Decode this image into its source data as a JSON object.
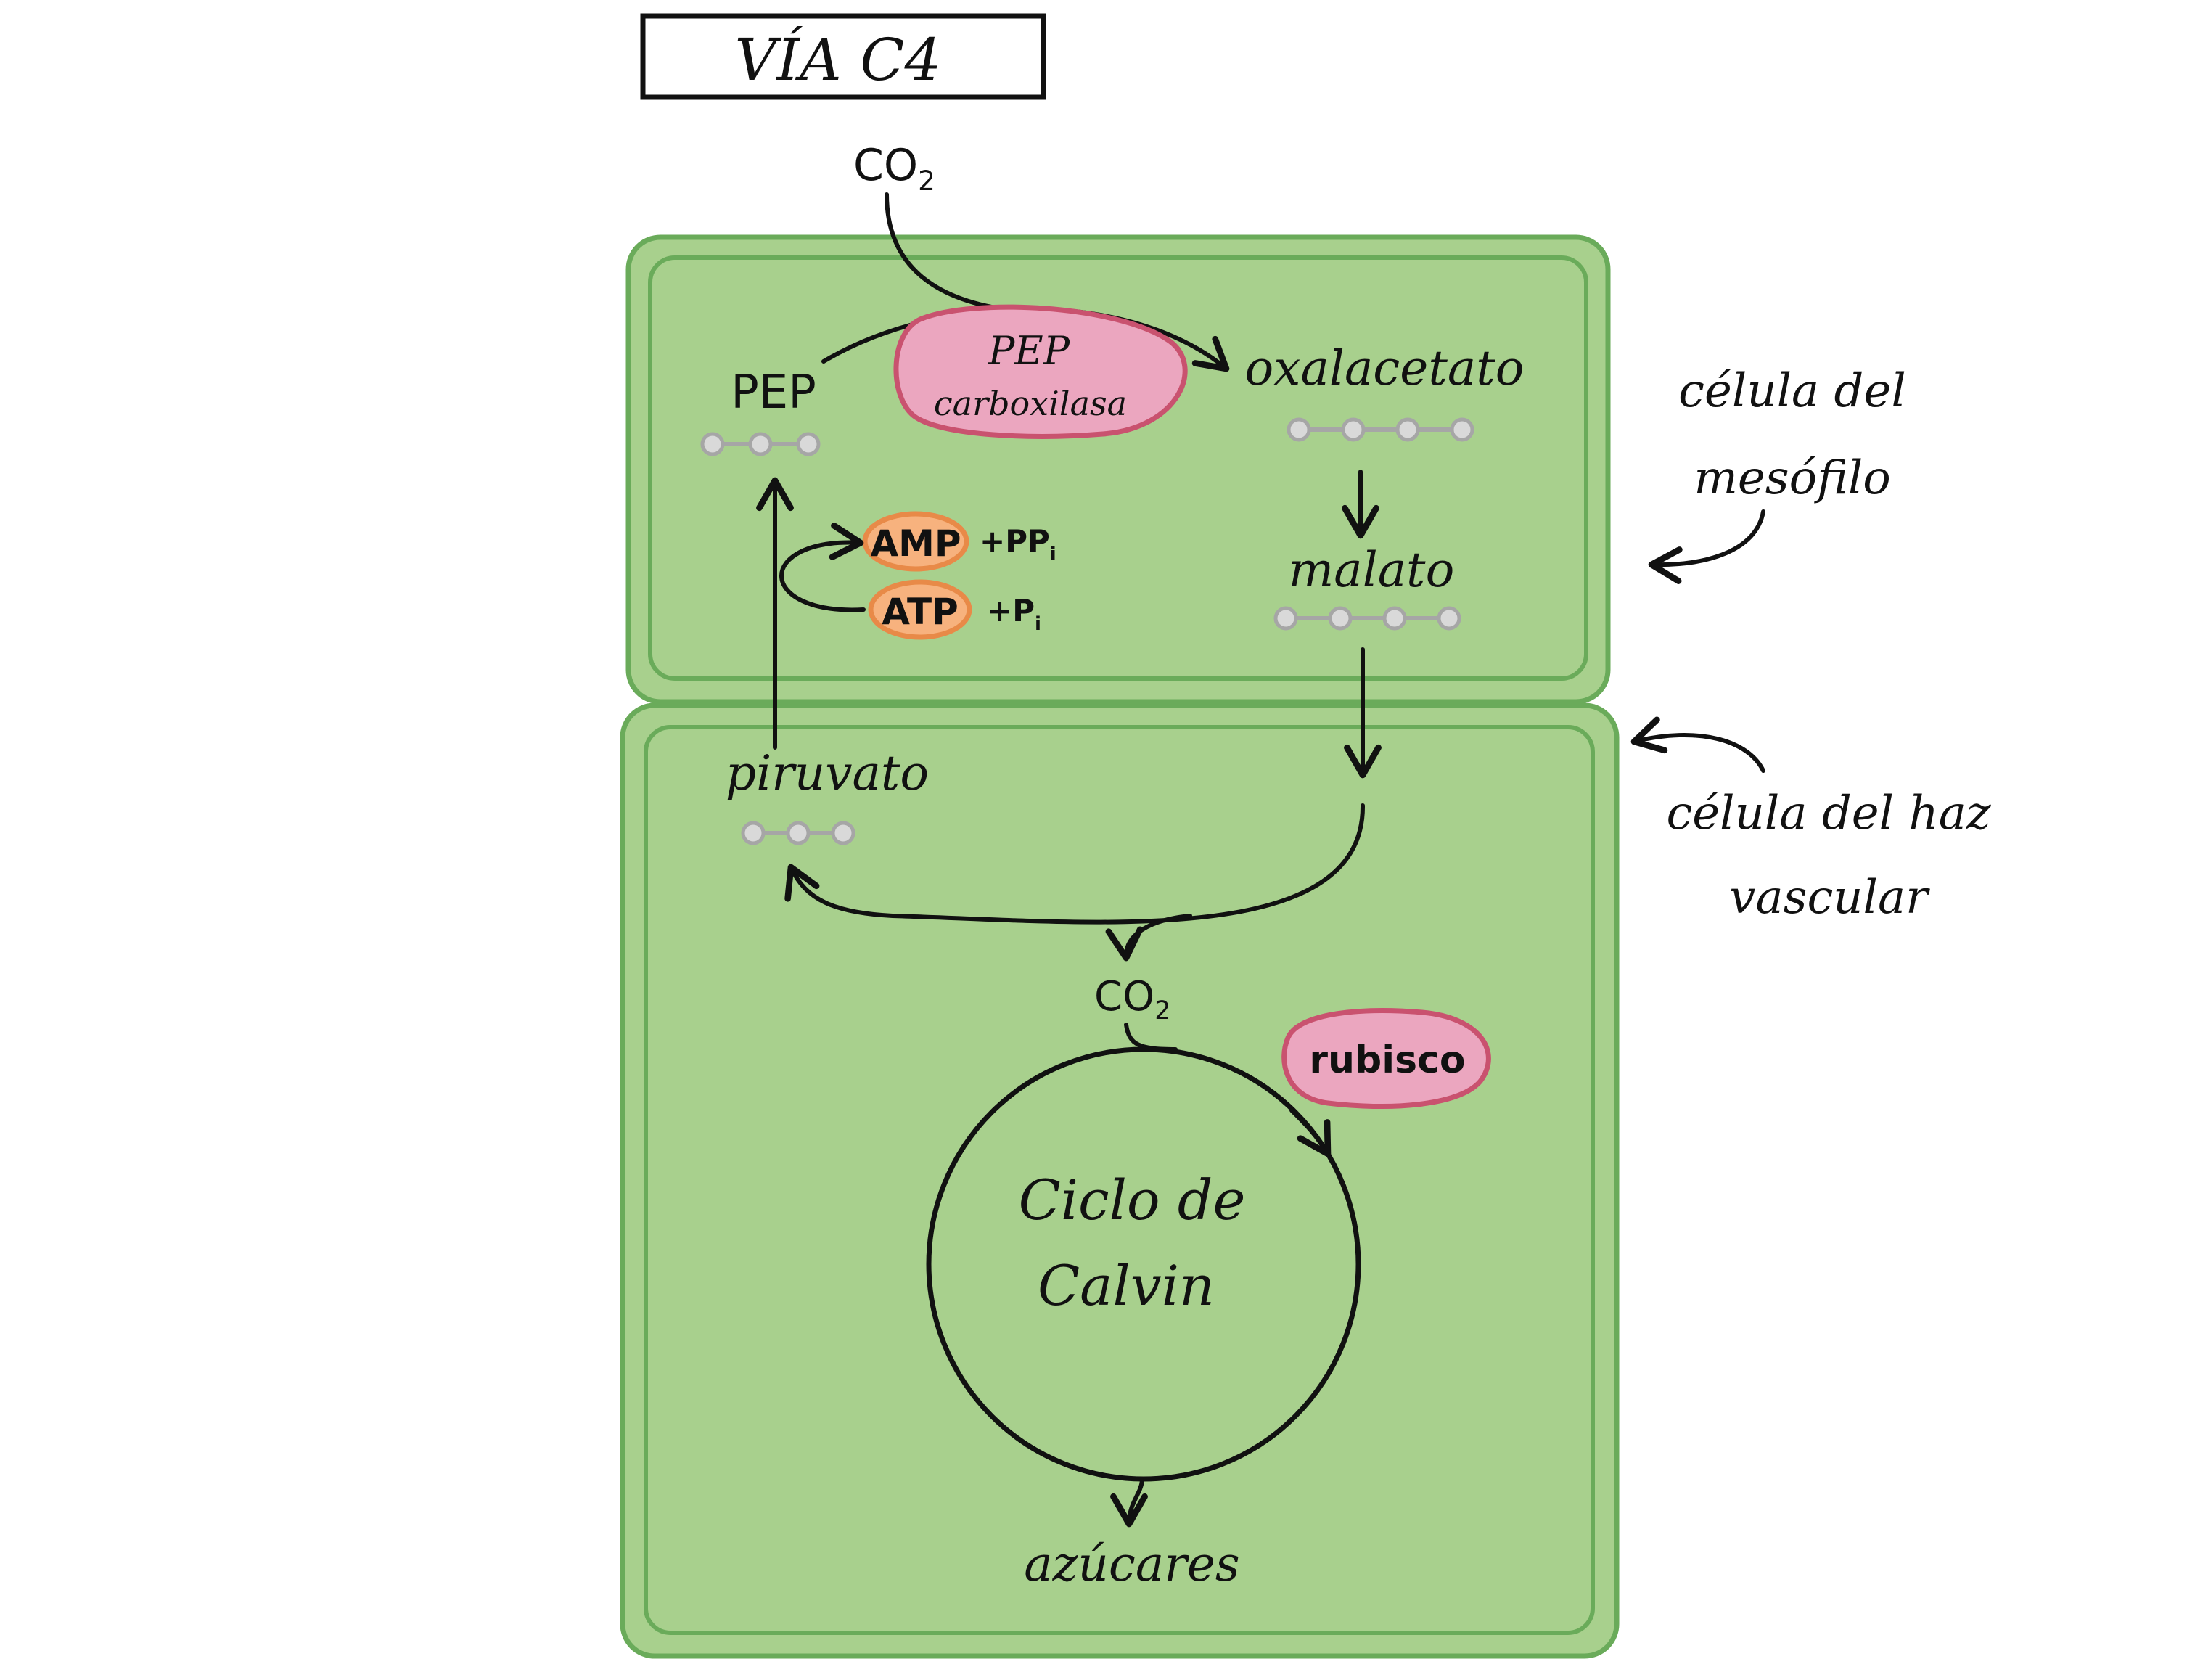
{
  "title": "VÍA C4",
  "colors": {
    "cell_fill": "#a8d08d",
    "cell_border": "#6aab5a",
    "enzyme_fill": "#eba6bf",
    "enzyme_border": "#c9526f",
    "energy_fill": "#f7b27e",
    "energy_border": "#e88a48",
    "molecule_dot": "#d9d9d9",
    "molecule_line": "#a6a6a6",
    "ink": "#111111"
  },
  "co2_top": {
    "main": "CO",
    "sub": "2"
  },
  "co2_bundle": {
    "main": "CO",
    "sub": "2"
  },
  "mesophyll": {
    "label_line1": "célula del",
    "label_line2": "mesófilo",
    "pep": "PEP",
    "enzyme_line1": "PEP",
    "enzyme_line2": "carboxilasa",
    "oxaloacetate": "oxalacetato",
    "malate": "malato",
    "amp": "AMP",
    "ppi_main": "+PP",
    "ppi_sub": "i",
    "atp": "ATP",
    "pi_main": "+P",
    "pi_sub": "i"
  },
  "bundle_sheath": {
    "label_line1": "célula del haz",
    "label_line2": "vascular",
    "pyruvate": "piruvato",
    "rubisco": "rubisco",
    "cycle_line1": "Ciclo de",
    "cycle_line2": "Calvin",
    "sugars": "azúcares"
  },
  "carbon_chains": {
    "pep": 3,
    "oxaloacetate": 4,
    "malate": 4,
    "pyruvate": 3
  }
}
